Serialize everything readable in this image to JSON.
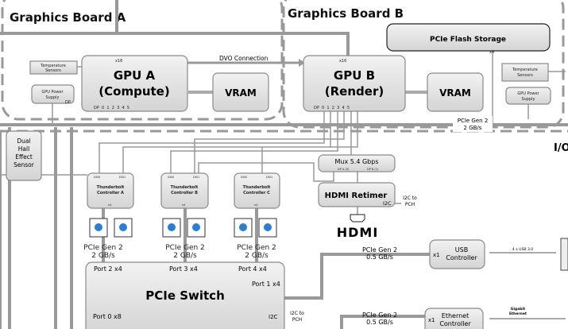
{
  "boards": {
    "a": "Graphics Board A",
    "b": "Graphics Board B"
  },
  "flash": {
    "label": "PCIe Flash Storage",
    "lanes": "x4"
  },
  "gpu_a": {
    "name": "GPU A",
    "role": "(Compute)",
    "lanes": "x16",
    "dp": "DP  0  1  2  3  4  5"
  },
  "gpu_b": {
    "name": "GPU B",
    "role": "(Render)",
    "lanes": "x16",
    "dp": "DP  0  1  2  3  4  5"
  },
  "vram": "VRAM",
  "dvo": "DVO Connection",
  "temp": [
    "Temperature",
    "Sensors"
  ],
  "power": [
    "GPU Power",
    "Supply"
  ],
  "power_dp": "DP",
  "flash_link": [
    "PCIe Gen 2",
    "2 GB/s"
  ],
  "hall": [
    "Dual",
    "Hall",
    "Effect",
    "Sensor"
  ],
  "io": "I/O",
  "tb": [
    {
      "name": "Thunderbolt",
      "sub": "Controller A",
      "ports": [
        "DSI0",
        "DSI1"
      ],
      "lanes": "x4"
    },
    {
      "name": "Thunderbolt",
      "sub": "Controller B",
      "ports": [
        "DSI0",
        "DSI1"
      ],
      "lanes": "x4"
    },
    {
      "name": "Thunderbolt",
      "sub": "Controller C",
      "ports": [
        "DSI0",
        "DSI1"
      ],
      "lanes": "x4"
    }
  ],
  "tb_link": [
    "PCIe Gen 2",
    "2 GB/s"
  ],
  "switch": {
    "label": "PCIe Switch",
    "ports": [
      "Port 2 x4",
      "Port 3 x4",
      "Port 4 x4",
      "Port 1 x4",
      "Port 0 x8"
    ],
    "i2c": "I2C"
  },
  "i2c_pch": [
    "I2C to",
    "PCH"
  ],
  "mux": {
    "label": "Mux 5.4 Gbps",
    "a": "DP A (0)",
    "b": "DP B (1)"
  },
  "retimer": {
    "label": "HDMI Retimer",
    "i2c": "I2C"
  },
  "hdmi_logo": "HDMI",
  "usb": {
    "label": [
      "USB",
      "Controller"
    ],
    "lanes": "x1",
    "link": [
      "PCIe Gen 2",
      "0.5 GB/s"
    ],
    "ext": "4 x USB 3.0"
  },
  "eth": {
    "label": [
      "Ethernet",
      "Controller"
    ],
    "lanes": "x1",
    "link": [
      "PCIe Gen 2",
      "0.5 GB/s"
    ],
    "ext": [
      "Gigabit",
      "Ethernet"
    ]
  }
}
